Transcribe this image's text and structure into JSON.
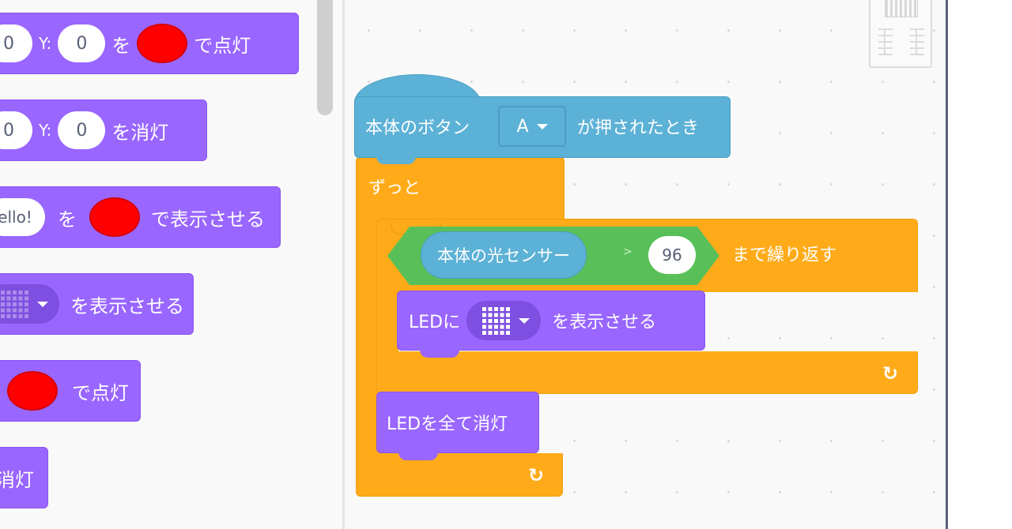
{
  "palette": {
    "blocks": [
      {
        "id": "led-on-xy",
        "prefix_x_value": "0",
        "y_label": "Y:",
        "y_value": "0",
        "particle": "を",
        "color": "#ff0000",
        "suffix": "で点灯"
      },
      {
        "id": "led-off-xy",
        "prefix_x_value": "0",
        "y_label": "Y:",
        "y_value": "0",
        "suffix": "を消灯"
      },
      {
        "id": "display-text",
        "text_value": "ello!",
        "particle": "を",
        "color": "#ff0000",
        "suffix": "で表示させる"
      },
      {
        "id": "display-image",
        "suffix": "を表示させる"
      },
      {
        "id": "light-all",
        "color": "#ff0000",
        "suffix": "で点灯"
      },
      {
        "id": "turn-off",
        "suffix": "消灯"
      }
    ]
  },
  "workspace": {
    "hat_block": {
      "prefix": "本体のボタン",
      "button_value": "A",
      "suffix": "が押されたとき",
      "color": "#5cb1d6"
    },
    "forever_block": {
      "label": "ずっと",
      "color": "#ffab19"
    },
    "repeat_until_block": {
      "condition": {
        "sensor": "本体の光センサー",
        "operator": ">",
        "value": "96",
        "color": "#59c059"
      },
      "suffix": "まで繰り返す"
    },
    "show_led_block": {
      "prefix": "LEDに",
      "suffix": "を表示させる",
      "color": "#9966ff"
    },
    "clear_led_block": {
      "label": "LEDを全て消灯"
    },
    "loop_arrow_icon": "↻"
  },
  "colors": {
    "looks_purple": "#9966ff",
    "event_blue": "#5cb1d6",
    "control_orange": "#ffab19",
    "operator_green": "#59c059",
    "led_red": "#ff0000"
  }
}
